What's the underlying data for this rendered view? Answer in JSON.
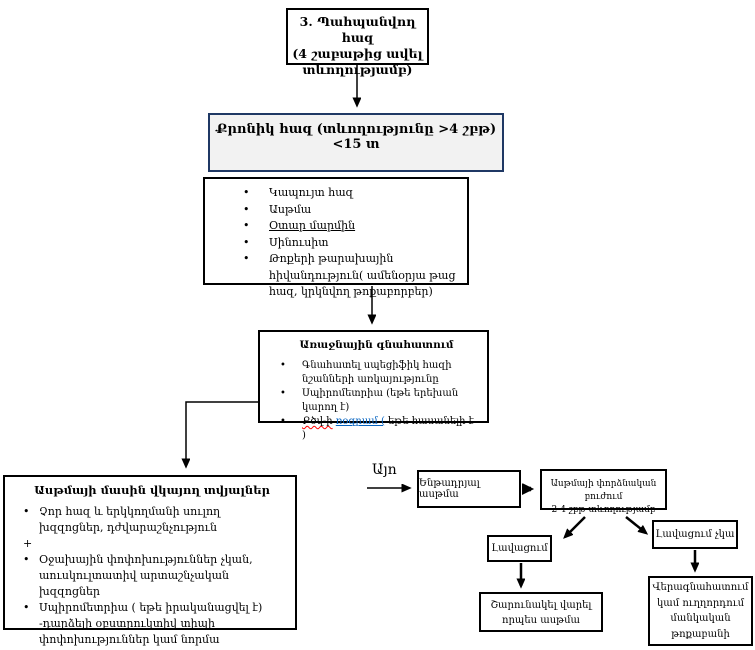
{
  "colors": {
    "chronic_border": "#1F3864",
    "chronic_fill": "#F2F2F2",
    "hyperlink_blue": "#0563C1",
    "spellcheck_red": "#FF0000"
  },
  "flowchart": {
    "step3": {
      "line1": "3. Պահպանվող հազ",
      "line2": "(4 շաբաթից ավել",
      "line3": "տևողությամբ)"
    },
    "chronic": {
      "text": "Քրոնիկ հազ (տևողությունը >4 շբթ) <15 տ"
    },
    "causes": {
      "items": [
        "Կապույտ հազ",
        "Ասթմա",
        "Օտար մարմին",
        "Սինուսիտ",
        "Թոքերի թարախային հիվանդություն( ամենօրյա թաց հազ, կրկնվող թոքաբորբեր)"
      ]
    },
    "primary": {
      "title": "Առաջնային գնահատում",
      "items": [
        "Գնահատել սպեցիֆիկ հազի նշանների առկայությունը",
        "Սպիրոմետրիա (եթե երեխան կարող է)"
      ],
      "item3": {
        "red": "Քծվ-ի",
        "link": "ռօգրամ (",
        "rest": " եթե հասանելի է )"
      }
    },
    "asthma_signs": {
      "title": "Ասթմայի մասին վկայող տվյալներ",
      "items": [
        {
          "marker": "•",
          "text": "Չոր հազ և երկկողմանի սուլող խզզոցներ, դժվարաշնչություն"
        },
        {
          "marker": "+",
          "text": ""
        },
        {
          "marker": "•",
          "text": "Օջախային փոփոխություններ չկան, աուսկուլտատիվ արտաշնչական խզզոցներ"
        },
        {
          "marker": "•",
          "text": "Սպիրոմետրիա ( եթե իրականացվել է) -դարձելի օբստրուկտիվ տիպի փոփոխություններ կամ նորմա"
        }
      ]
    },
    "yes_label": "Այո",
    "presumed_asthma": "Ենթադրյալ ասթմա",
    "trial": {
      "line1": "Ասթմայի փորձնական բուժում",
      "line2": "2-4 շբթ տևողությամբ"
    },
    "improvement": "Լավացում",
    "no_improvement": "Լավացում չկա",
    "continue": {
      "line1": "Շարունակել վարել",
      "line2": "որպես ասթմա"
    },
    "refer": {
      "line1": "Վերագնահատում",
      "line2": "կամ ուղղորդում",
      "line3": "մանկական",
      "line4": "թոքաբանի"
    }
  }
}
